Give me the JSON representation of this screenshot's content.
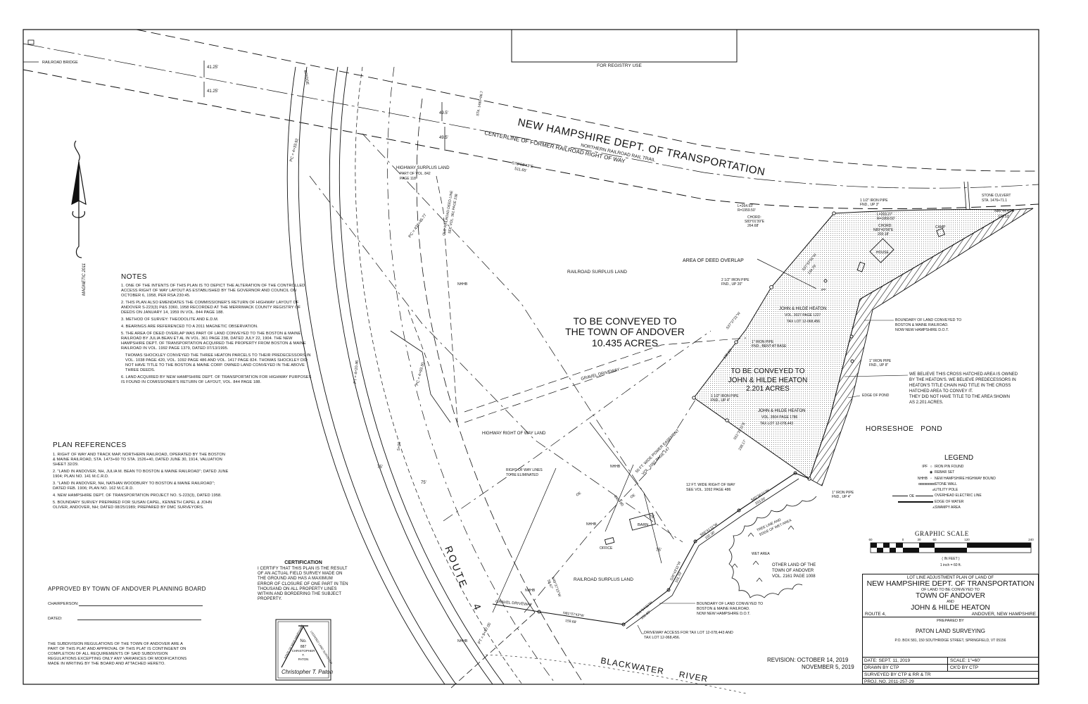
{
  "registry": {
    "label": "FOR REGISTRY USE"
  },
  "north_arrow": {
    "label": "MAGNETIC 2011"
  },
  "notes": {
    "title": "NOTES",
    "items": [
      "1. ONE OF THE INTENTS OF THIS PLAN IS TO DEPICT THE ALTERATION OF THE CONTROLLED ACCESS RIGHT OF WAY LAYOUT AS ESTABLISHED BY THE GOVERNOR AND COUNCIL ON OCTOBER 6, 1958, PER RSA 230:45.",
      "2. THIS PLAN ALSO EMENDATES THE COMMISSIONER'S RETURN OF HIGHWAY LAYOUT OF ANDOVER S-223(3) P&S 3360, 1958 RECORDED AT THE MERRIMACK COUNTY REGISTRY OF DEEDS ON JANUARY 14, 1959 IN VOL. 844 PAGE 188.",
      "3. METHOD OF SURVEY: THEODOLITE AND E.D.M.",
      "4. BEARINGS ARE REFERENCED TO A 2011 MAGNETIC OBSERVATION.",
      "5. THE AREA OF DEED OVERLAP WAS PART OF LAND CONVEYED TO THE BOSTON & MAINE RAILROAD BY JULIA BEAN ET AL IN VOL. 361 PAGE 238, DATED JULY 22, 1904. THE NEW HAMPSHIRE DEPT. OF TRANSPORTATION ACQUIRED THE PROPERTY FROM BOSTON & MAINE RAILROAD IN VOL. 1992 PAGE 1379, DATED 07/13/1995.",
      "THOMAS SHOCKLEY CONVEYED THE THREE HEATON PARCELS TO THEIR PREDECESSORS IN VOL. 1038 PAGE 420, VOL. 1092 PAGE 486 AND VOL. 1417 PAGE 824. THOMAS SHOCKLEY DID NOT HAVE TITLE TO THE BOSTON & MAINE CORP. OWNED LAND CONVEYED IN THE ABOVE THREE DEEDS.",
      "6. LAND ACQUIRED BY NEW HAMPSHIRE DEPT. OF TRANSPORTATION FOR HIGHWAY PURPOSES IS FOUND IN COMISSIONER'S RETURN OF LAYOUT, VOL. 844 PAGE 188."
    ]
  },
  "plan_references": {
    "title": "PLAN REFERENCES",
    "items": [
      "1. RIGHT OF WAY AND TRACK MAP, NORTHERN RAILROAD, OPERATED BY THE BOSTON & MAINE RAILROAD, STA. 1473+60 TO STA. 1526+40, DATED JUNE 30, 1914, VALUATION SHEET 32/29.",
      "2. \"LAND IN ANDOVER, NH, JULIA M. BEAN TO BOSTON & MAINE RAILROAD\"; DATED JUNE 1904; PLAN NO. 141 M.C.R.D.",
      "3. \"LAND IN ANDOVER, NH, NATHAN WOODBURY TO BOSTON & MAINE RAILROAD\"; DATED FEB. 1906; PLAN NO. 162 M.C.R.D.",
      "4. NEW HAMPSHIRE DEPT. OF TRANSPORTATION PROJECT NO. S-223(3), DATED 1958.",
      "5. BOUNDARY SURVEY PREPARED FOR SUSAN CAPEL, KENNETH CAPEL & JOHN OLIVER, ANDOVER, NH; DATED 08/25/1989; PREPARED BY DMC SURVEYORS."
    ]
  },
  "approval": {
    "title": "APPROVED BY TOWN OF ANDOVER PLANNING BOARD",
    "chairperson_label": "CHAIRPERSON:",
    "dated_label": "DATED:",
    "disclaimer": "THE SUBDIVISION REGULATIONS OF THE TOWN OF ANDOVER ARE A PART OF THIS PLAT AND APPROVAL OF THIS PLAT IS CONTINGENT ON COMPLETION OF ALL REQUIREMENTS OF SAID SUBDIVISION REGULATIONS EXCEPTING ONLY ANY VARIANCES OR MODIFICATIONS MADE IN WRITING BY THE BOARD AND ATTACHED HERETO."
  },
  "certification": {
    "title": "CERTIFICATION",
    "text": "I CERTIFY THAT THIS PLAN IS THE RESULT OF AN ACTUAL FIELD SURVEY MADE ON THE GROUND AND HAS A MAXIMUM ERROR OF CLOSURE OF ONE PART IN TEN THOUSAND ON ALL PROPERTY LINES WITHIN AND BORDERING THE SUBJECT PROPERTY.",
    "stamp": {
      "state": "STATE OF NEW HAMPSHIRE",
      "licensed": "LICENSED LAND SURVEYOR",
      "no": "No.",
      "number": "887",
      "name1": "CHRISTOPHER",
      "name2": "T.",
      "name3": "PATON",
      "signature": "Christopher T. Paton"
    }
  },
  "revision": {
    "line1": "REVISION: OCTOBER 14, 2019",
    "line2": "NOVEMBER 5, 2019"
  },
  "legend": {
    "title": "LEGEND",
    "items": [
      {
        "prefix": "IPF",
        "symbol": "circle-icon",
        "label": "IRON PIN FOUND"
      },
      {
        "prefix": "",
        "symbol": "rebar-icon",
        "label": "REBAR SET"
      },
      {
        "prefix": "NHHB",
        "symbol": "square-icon",
        "label": "NEW HAMPSHIRE HIGHWAY BOUND"
      },
      {
        "prefix": "",
        "symbol": "stone-wall-icon",
        "label": "STONE WALL"
      },
      {
        "prefix": "",
        "symbol": "utility-pole-icon",
        "label": "UTILITY POLE"
      },
      {
        "prefix": "OE",
        "symbol": "line-icon",
        "label": "OVERHEAD ELECTRIC LINE"
      },
      {
        "prefix": "",
        "symbol": "thick-line-icon",
        "label": "EDGE OF WATER"
      },
      {
        "prefix": "",
        "symbol": "swamp-icon",
        "label": "SWAMPY AREA"
      }
    ]
  },
  "graphic_scale": {
    "title": "GRAPHIC SCALE",
    "ticks": [
      "60",
      "0",
      "30",
      "60",
      "120",
      "240"
    ],
    "unit": "( IN FEET )",
    "ratio": "1 inch = 60 ft."
  },
  "title_block": {
    "line1": "LOT LINE ADJUSTMENT PLAN OF LAND OF",
    "owner": "NEW HAMPSHIRE DEPT. OF TRANSPORTATION",
    "line3": "OF LAND TO BE CONVEYED TO",
    "grantee1": "TOWN OF ANDOVER",
    "and": "AND",
    "grantee2": "JOHN & HILDE HEATON",
    "route": "ROUTE 4,",
    "location": "ANDOVER, NEW HAMPSHIRE",
    "prepared_by": "PREPARED BY",
    "firm": "PATON LAND SURVEYING",
    "address": "P.O. BOX 581,  150 SOUTHRIDGE STREET,  SPRINGFIELD, VT 05156",
    "date": "DATE: SEPT. 11, 2019",
    "scale": "SCALE: 1\"=60'",
    "drawn": "DRAWN BY CTP",
    "checked": "CK'D BY CTP",
    "surveyed": "SURVEYED BY CTP & RR & TR",
    "project": "PROJ. NO. 2011-257-29"
  },
  "plan": {
    "railroad_bridge": "RAILROAD BRIDGE",
    "dim_4125": "41.25'",
    "dim_495": "49.5'",
    "dim_75": "75'",
    "nhdot": "NEW HAMPSHIRE DEPT. OF TRANSPORTATION",
    "rail_trail": "NORTHERN RAILROAD RAIL TRAIL",
    "centerline": "CENTERLINE OF FORMER RAILROAD RIGHT OF WAY",
    "bearing_rr": [
      "S78°58'43\"E",
      "511.65'"
    ],
    "sta_top": "STA. 1480+86.7",
    "bridge": "BRIDGE",
    "highway_surplus": [
      "HIGHWAY SURPLUS LAND",
      "PART OF VOL. 842",
      "PAGE 118"
    ],
    "old_deed_line": [
      "OLD RAILROAD DEED LINE",
      "SEE VOL. 361 PAGE 238"
    ],
    "railroad_surplus": "RAILROAD SURPLUS LAND",
    "town_convey": [
      "TO BE CONVEYED TO",
      "THE TOWN OF ANDOVER",
      "10.435 ACRES"
    ],
    "deed_overlap": "AREA OF DEED OVERLAP",
    "pipe_212": [
      "2 1/2\" IRON PIPE",
      "FND., UP 20\""
    ],
    "pipe_1_bent": [
      "1\" IRON PIPE",
      "FND., BENT AT BASE"
    ],
    "pipe_112_4": [
      "1 1/2\" IRON PIPE",
      "FND., UP 4\""
    ],
    "heaton_lot1": [
      "JOHN & HILDE HEATON",
      "VOL. 3027 PAGE 1227",
      "TAX LOT 12-068,456"
    ],
    "heaton_convey": [
      "TO BE CONVEYED TO",
      "JOHN & HILDE HEATON",
      "2.201 ACRES"
    ],
    "heaton_lot2": [
      "JOHN & HILDE HEATON",
      "VOL. 3504 PAGE 1786",
      "TAX LOT 12-078,443"
    ],
    "ipf": "IPF",
    "stone_culvert": [
      "STONE CULVERT",
      "STA. 1476+71.1"
    ],
    "pipe_112_3": [
      "1 1/2\" IRON PIPE",
      "FND., UP 3\""
    ],
    "curve": [
      "L=203.27'",
      "R=1959.50'"
    ],
    "chord": [
      "CHORD:",
      "N89°43'06\"E",
      "203.18'"
    ],
    "chord_left": [
      "CHORD:",
      "S83°01'39\"E",
      "264.68'"
    ],
    "curve_left": [
      "L=264.93'",
      "R=1959.50'"
    ],
    "bearing_ne": [
      "N86°44'47\"E",
      "129.53'"
    ],
    "camp": "CAMP",
    "house": "HOUSE",
    "boundary_bm": [
      "BOUNDARY OF LAND CONVEYED TO",
      "BOSTON & MAINE RAILROAD.",
      "NOW NEW HAMPSHIRE D.O.T."
    ],
    "pipe_1_8": [
      "1\" IRON PIPE",
      "FND., UP 8\""
    ],
    "believe": [
      "WE BELIEVE THIS CROSS HATCHED AREA IS OWNED",
      "BY THE HEATON'S.  WE BELIEVE PREDECESSORS IN",
      "HEATON'S TITLE CHAIN HAD TITLE IN THE CROSS",
      "HATCHED AREA TO CONVEY IT.",
      "THEY DID NOT HAVE TITLE TO THE AREA SHOWN",
      "AS 2.201 ACRES."
    ],
    "edge_pond": "EDGE OF POND",
    "pond": "HORSESHOE   POND",
    "pipe_1_4": [
      "1\" IRON PIPE",
      "FND., UP 4\""
    ],
    "highway_row": "HIGHWAY RIGHT OF WAY LAND",
    "row_eliminated": [
      "RIGHT OF WAY LINES",
      "TO BE ELIMINATED"
    ],
    "easement": [
      "50 FT. WIDE POWER EASEMENT",
      "VOL. 1092 PAGE 147"
    ],
    "row_12": [
      "12 FT. WIDE RIGHT OF WAY",
      "SEE VOL. 1092 PAGE 486"
    ],
    "tree_line": [
      "TREE LINE AND",
      "EDGE OF WET AREA"
    ],
    "wet_area": "WET AREA",
    "other_land": [
      "OTHER LAND OF THE",
      "TOWN OF ANDOVER",
      "VOL. 2161 PAGE 1008"
    ],
    "railroad_surplus2": "RAILROAD SURPLUS LAND",
    "boundary_bm2": [
      "BOUNDARY OF LAND CONVEYED TO",
      "BOSTON & MAINE RAILROAD.",
      "NOW NEW HAMPSHIRE D.O.T."
    ],
    "driveway_access": [
      "DRIVEWAY ACCESS FOR TAX LOT 12-078,443 AND",
      "TAX LOT 12-068,456."
    ],
    "gravel_driveway": "GRAVEL DRIVEWAY",
    "barn": "BARN",
    "office": "OFFICE",
    "nhhb": "NHHB",
    "oe": "OE",
    "route": "ROUTE",
    "route_no": "4",
    "river": "BLACKWATER     RIVER",
    "sta_labels": [
      "PC = 4+33.92",
      "PT = 4+20.46",
      "PC = 4+93.30",
      "PT = 9+57.00",
      "5+00",
      "440+00",
      "PC = 433+45.77"
    ],
    "bearings": [
      [
        "S37°57'51\"W",
        "134.79'"
      ],
      [
        "S37°27'21\"W",
        "138.90'"
      ],
      [
        "S51°20'11\"E",
        "238.17'"
      ],
      [
        "N81°07'43\"W",
        "159.68'"
      ],
      [
        "S51°54'11\"W",
        "106.80'"
      ],
      [
        "S26°43'11\"W",
        "101.70'"
      ],
      [
        "S66°41'11\"W",
        "102.30'"
      ],
      [
        "S60°36'11\"W",
        "103.00'"
      ],
      [
        "N49°37'15\"W",
        "55.67'"
      ]
    ]
  }
}
